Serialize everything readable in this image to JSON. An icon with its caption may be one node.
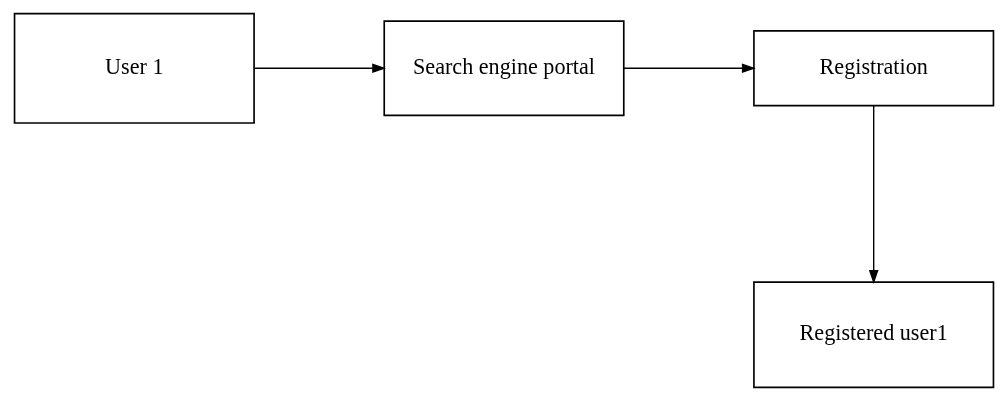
{
  "diagram": {
    "nodes": [
      {
        "text": [
          "User 1"
        ]
      },
      {
        "text": [
          "Search engine portal"
        ]
      },
      {
        "text": [
          "Registration"
        ]
      },
      {
        "text": [
          "Registered user1"
        ]
      }
    ],
    "edges": [
      {
        "from": 0,
        "to": 1,
        "arrow": "to"
      },
      {
        "from": 1,
        "to": 2,
        "arrow": "to"
      },
      {
        "from": 2,
        "to": 3,
        "arrow": "to"
      }
    ]
  }
}
